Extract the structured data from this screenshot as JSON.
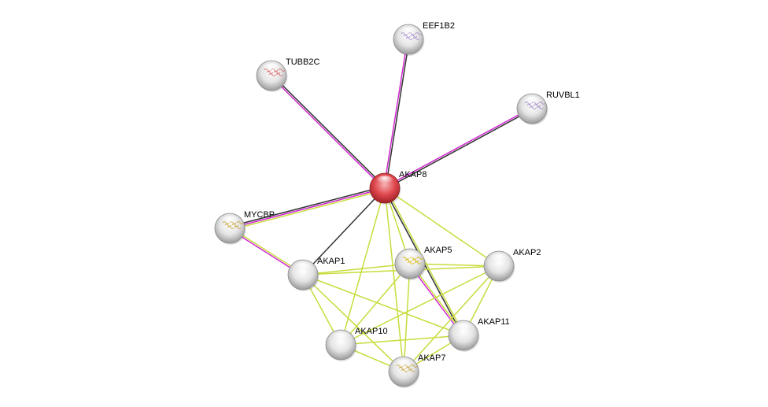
{
  "network": {
    "nodes": [
      {
        "id": "AKAP8",
        "label": "AKAP8",
        "style": "query",
        "fill": "#e0484e"
      },
      {
        "id": "EEF1B2",
        "label": "EEF1B2",
        "style": "plain",
        "texture": "#a48bc8"
      },
      {
        "id": "TUBB2C",
        "label": "TUBB2C",
        "style": "plain",
        "texture": "#d9676a"
      },
      {
        "id": "RUVBL1",
        "label": "RUVBL1",
        "style": "plain",
        "texture": "#a48bc8"
      },
      {
        "id": "MYCBP",
        "label": "MYCBP",
        "style": "plain",
        "texture": "#c8a53a"
      },
      {
        "id": "AKAP1",
        "label": "AKAP1",
        "style": "plain",
        "texture": ""
      },
      {
        "id": "AKAP5",
        "label": "AKAP5",
        "style": "plain",
        "texture": "#d4b400"
      },
      {
        "id": "AKAP2",
        "label": "AKAP2",
        "style": "plain",
        "texture": ""
      },
      {
        "id": "AKAP10",
        "label": "AKAP10",
        "style": "plain",
        "texture": ""
      },
      {
        "id": "AKAP11",
        "label": "AKAP11",
        "style": "plain",
        "texture": ""
      },
      {
        "id": "AKAP7",
        "label": "AKAP7",
        "style": "plain",
        "texture": "#c8a53a"
      }
    ],
    "edges": [
      {
        "source": "AKAP8",
        "target": "EEF1B2",
        "evidence": [
          "experiments",
          "coexpression"
        ]
      },
      {
        "source": "AKAP8",
        "target": "TUBB2C",
        "evidence": [
          "experiments",
          "coexpression"
        ]
      },
      {
        "source": "AKAP8",
        "target": "RUVBL1",
        "evidence": [
          "experiments",
          "coexpression"
        ]
      },
      {
        "source": "AKAP8",
        "target": "MYCBP",
        "evidence": [
          "textmining",
          "experiments",
          "coexpression"
        ]
      },
      {
        "source": "AKAP8",
        "target": "AKAP1",
        "evidence": [
          "coexpression"
        ]
      },
      {
        "source": "AKAP8",
        "target": "AKAP5",
        "evidence": [
          "textmining"
        ]
      },
      {
        "source": "AKAP8",
        "target": "AKAP2",
        "evidence": [
          "textmining"
        ]
      },
      {
        "source": "AKAP8",
        "target": "AKAP10",
        "evidence": [
          "textmining"
        ]
      },
      {
        "source": "AKAP8",
        "target": "AKAP11",
        "evidence": [
          "textmining",
          "coexpression"
        ]
      },
      {
        "source": "AKAP8",
        "target": "AKAP7",
        "evidence": [
          "textmining"
        ]
      },
      {
        "source": "MYCBP",
        "target": "AKAP1",
        "evidence": [
          "textmining",
          "experiments"
        ]
      },
      {
        "source": "AKAP5",
        "target": "AKAP11",
        "evidence": [
          "textmining",
          "experiments"
        ]
      },
      {
        "source": "AKAP1",
        "target": "AKAP5",
        "evidence": [
          "textmining"
        ]
      },
      {
        "source": "AKAP1",
        "target": "AKAP2",
        "evidence": [
          "textmining"
        ]
      },
      {
        "source": "AKAP1",
        "target": "AKAP10",
        "evidence": [
          "textmining"
        ]
      },
      {
        "source": "AKAP1",
        "target": "AKAP7",
        "evidence": [
          "textmining"
        ]
      },
      {
        "source": "AKAP1",
        "target": "AKAP11",
        "evidence": [
          "textmining"
        ]
      },
      {
        "source": "AKAP5",
        "target": "AKAP2",
        "evidence": [
          "textmining"
        ]
      },
      {
        "source": "AKAP5",
        "target": "AKAP10",
        "evidence": [
          "textmining"
        ]
      },
      {
        "source": "AKAP5",
        "target": "AKAP7",
        "evidence": [
          "textmining"
        ]
      },
      {
        "source": "AKAP2",
        "target": "AKAP10",
        "evidence": [
          "textmining"
        ]
      },
      {
        "source": "AKAP2",
        "target": "AKAP11",
        "evidence": [
          "textmining"
        ]
      },
      {
        "source": "AKAP2",
        "target": "AKAP7",
        "evidence": [
          "textmining"
        ]
      },
      {
        "source": "AKAP10",
        "target": "AKAP11",
        "evidence": [
          "textmining"
        ]
      },
      {
        "source": "AKAP10",
        "target": "AKAP7",
        "evidence": [
          "textmining"
        ]
      },
      {
        "source": "AKAP11",
        "target": "AKAP7",
        "evidence": [
          "textmining"
        ]
      }
    ],
    "evidence_colors": {
      "textmining": "#c8dc3c",
      "experiments": "#d028d0",
      "coexpression": "#333333"
    }
  }
}
